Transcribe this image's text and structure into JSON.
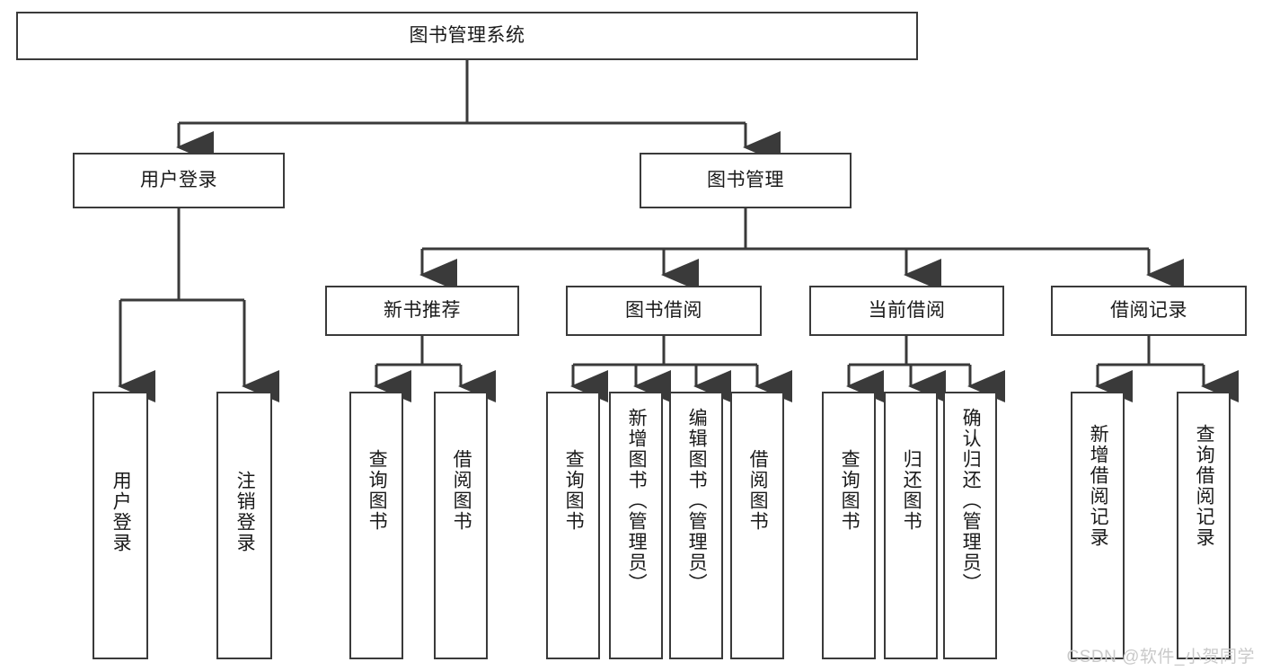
{
  "diagram": {
    "type": "tree-hierarchy-chart",
    "title": "图书管理系统",
    "root": {
      "id": "root",
      "label": "图书管理系统"
    },
    "level2": [
      {
        "id": "user-login",
        "label": "用户登录"
      },
      {
        "id": "book-manage",
        "label": "图书管理"
      }
    ],
    "level3": [
      {
        "id": "new-book-recommend",
        "label": "新书推荐",
        "parent": "book-manage"
      },
      {
        "id": "book-borrow",
        "label": "图书借阅",
        "parent": "book-manage"
      },
      {
        "id": "current-borrow",
        "label": "当前借阅",
        "parent": "book-manage"
      },
      {
        "id": "borrow-record",
        "label": "借阅记录",
        "parent": "book-manage"
      }
    ],
    "leaves": {
      "user_login": [
        {
          "id": "leaf-user-login",
          "label": "用户登录"
        },
        {
          "id": "leaf-logout-login",
          "label": "注销登录"
        }
      ],
      "new_book_recommend": [
        {
          "id": "leaf-query-book-1",
          "label": "查询图书"
        },
        {
          "id": "leaf-borrow-book-1",
          "label": "借阅图书"
        }
      ],
      "book_borrow": [
        {
          "id": "leaf-query-book-2",
          "label": "查询图书"
        },
        {
          "id": "leaf-add-book",
          "label": "新增图书（管理员）"
        },
        {
          "id": "leaf-edit-book",
          "label": "编辑图书（管理员）"
        },
        {
          "id": "leaf-borrow-book-2",
          "label": "借阅图书"
        }
      ],
      "current_borrow": [
        {
          "id": "leaf-query-book-3",
          "label": "查询图书"
        },
        {
          "id": "leaf-return-book",
          "label": "归还图书"
        },
        {
          "id": "leaf-confirm-return",
          "label": "确认归还（管理员）"
        }
      ],
      "borrow_record": [
        {
          "id": "leaf-add-record",
          "label": "新增借阅记录"
        },
        {
          "id": "leaf-query-record",
          "label": "查询借阅记录"
        }
      ]
    },
    "colors": {
      "box_border": "#3a3a3a",
      "box_fill": "#ffffff",
      "line": "#3a3a3a",
      "text": "#1a1a1a",
      "watermark": "#c9c9c9",
      "background": "#ffffff"
    }
  },
  "watermark": {
    "text": "CSDN @软件_小贺同学"
  }
}
